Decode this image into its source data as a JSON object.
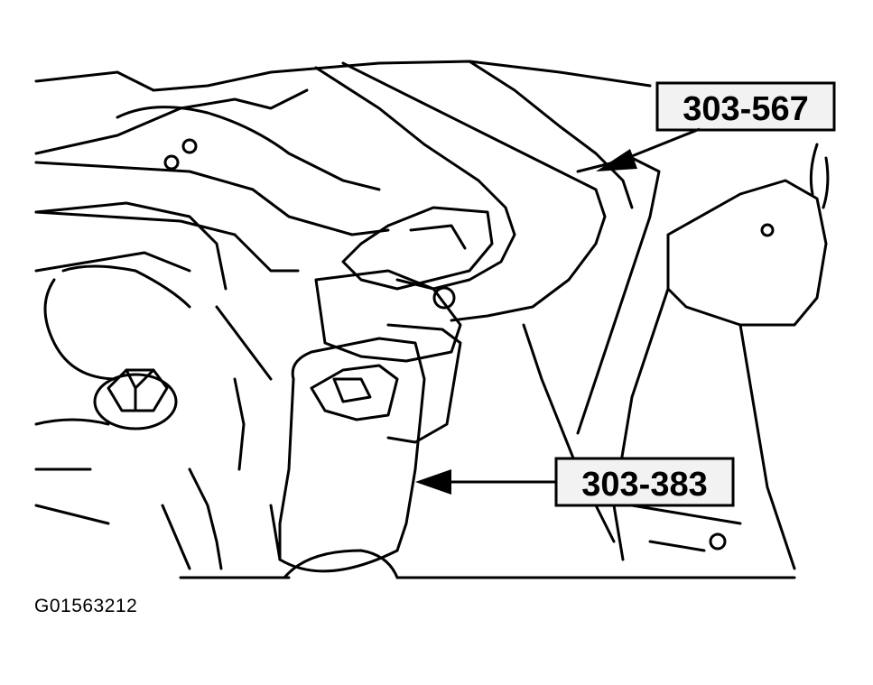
{
  "figure": {
    "id": "G01563212",
    "callouts": [
      {
        "label": "303-567"
      },
      {
        "label": "303-383"
      }
    ]
  },
  "colors": {
    "ink": "#000000",
    "paper": "#ffffff",
    "label_fill": "#f2f2f2"
  }
}
